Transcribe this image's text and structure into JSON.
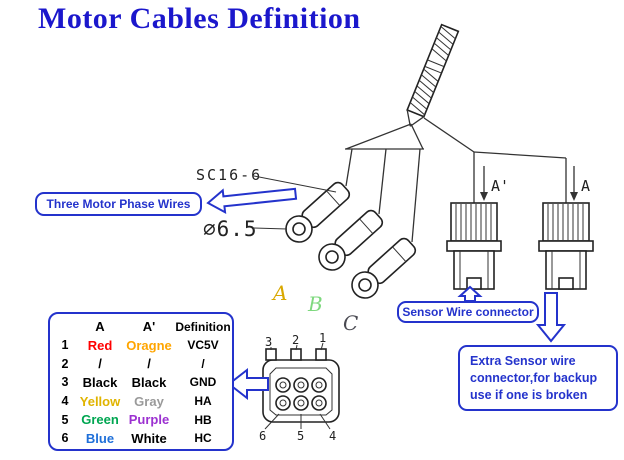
{
  "title": "Motor Cables Definition",
  "colors": {
    "title": "#1b17cc",
    "accent": "#2433cc"
  },
  "callouts": {
    "phase_wires": "Three Motor Phase Wires",
    "sensor_connector": "Sensor Wire connector",
    "extra_sensor_lines": [
      "Extra Sensor wire",
      "connector,for backup",
      "use if one is broken"
    ]
  },
  "diagram": {
    "terminal_model": "SC16-6",
    "ring_diameter": "⌀0 6.5",
    "ring_diameter_text": "⌀6.5",
    "phase_labels": [
      {
        "text": "A",
        "color": "#d9a800"
      },
      {
        "text": "B",
        "color": "#7ed87e"
      },
      {
        "text": "C",
        "color": "#4a4a52"
      }
    ],
    "sensor_labels": [
      {
        "text": "A'"
      },
      {
        "text": "A"
      }
    ],
    "pinout": {
      "top_pins": [
        "3",
        "2",
        "1"
      ],
      "bottom_pins": [
        "6",
        "5",
        "4"
      ]
    }
  },
  "table": {
    "headers": {
      "num": "",
      "a": "A",
      "ap": "A'",
      "def": "Definition"
    },
    "rows": [
      {
        "num": "1",
        "a": "Red",
        "a_color": "#ff0000",
        "ap": "Oragne",
        "ap_color": "#ffa500",
        "def": "VC5V"
      },
      {
        "num": "2",
        "a": "/",
        "a_color": "#000000",
        "ap": "/",
        "ap_color": "#000000",
        "def": "/"
      },
      {
        "num": "3",
        "a": "Black",
        "a_color": "#000000",
        "ap": "Black",
        "ap_color": "#000000",
        "def": "GND"
      },
      {
        "num": "4",
        "a": "Yellow",
        "a_color": "#e0b400",
        "ap": "Gray",
        "ap_color": "#9a9a9a",
        "def": "HA"
      },
      {
        "num": "5",
        "a": "Green",
        "a_color": "#00a651",
        "ap": "Purple",
        "ap_color": "#9b30d0",
        "def": "HB"
      },
      {
        "num": "6",
        "a": "Blue",
        "a_color": "#1e6fd9",
        "ap": "White",
        "ap_color": "#000000",
        "def": "HC"
      }
    ]
  }
}
